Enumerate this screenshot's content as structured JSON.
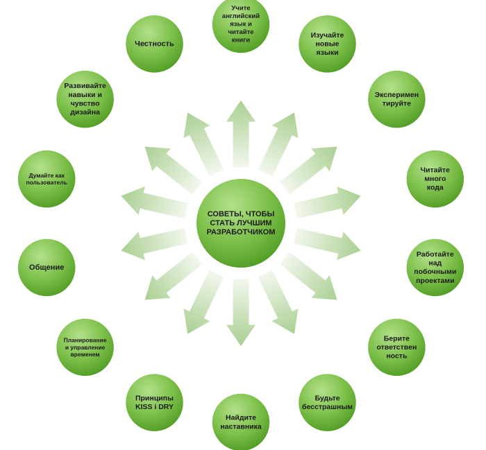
{
  "center": {
    "lines": [
      "СОВЕТЫ, ЧТОБЫ",
      "СТАТЬ ЛУЧШИМ",
      "РАЗРАБОТЧИКОМ"
    ]
  },
  "colors": {
    "node_light": "#b4e08a",
    "node_mid": "#7cc04a",
    "node_dark": "#4e9a22",
    "arrow_light": "#f3f8ee",
    "arrow_dark": "#a9cf91"
  },
  "tips": [
    {
      "lines": [
        "Учите",
        "английский",
        "язык и",
        "читайте",
        "книги"
      ]
    },
    {
      "lines": [
        "Изучайте",
        "новые",
        "языки"
      ]
    },
    {
      "lines": [
        "Эксперимен",
        "тируйте"
      ]
    },
    {
      "lines": [
        "Читайте",
        "много",
        "кода"
      ]
    },
    {
      "lines": [
        "Работайте",
        "над",
        "побочными",
        "проектами"
      ]
    },
    {
      "lines": [
        "Берите",
        "ответствен",
        "ность"
      ]
    },
    {
      "lines": [
        "Будьте",
        "бесстрашным"
      ]
    },
    {
      "lines": [
        "Найдите",
        "наставника"
      ]
    },
    {
      "lines": [
        "Принципы",
        "KISS і DRY"
      ]
    },
    {
      "lines": [
        "Планирование",
        "и управление",
        "временем"
      ]
    },
    {
      "lines": [
        "Общение"
      ]
    },
    {
      "lines": [
        "Думайте как",
        "пользователь"
      ]
    },
    {
      "lines": [
        "Развивайте",
        "навыки и",
        "чувство",
        "дизайна"
      ]
    },
    {
      "lines": [
        "Честность"
      ]
    }
  ]
}
